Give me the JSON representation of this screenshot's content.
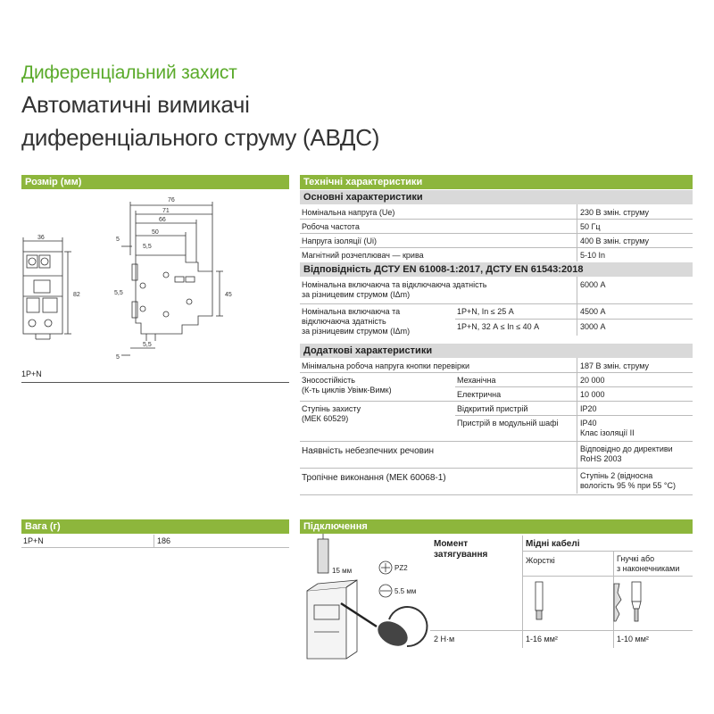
{
  "header": {
    "supertitle": "Диференціальний захист",
    "title_line1": "Автоматичні вимикачі",
    "title_line2": "диференціального струму (АВДС)"
  },
  "dimensions": {
    "header": "Розмір (мм)",
    "caption": "1P+N",
    "labels": [
      "36",
      "82",
      "76",
      "71",
      "66",
      "50",
      "5",
      "5,5",
      "5,5",
      "45",
      "5,5",
      "5"
    ]
  },
  "tech": {
    "header": "Технічні характеристики",
    "main_header": "Основні характеристики",
    "main_rows": [
      {
        "label": "Номінальна напруга (Ue)",
        "value": "230 В змін. струму"
      },
      {
        "label": "Робоча частота",
        "value": "50 Гц"
      },
      {
        "label": "Напруга ізоляції (Ui)",
        "value": "400 В змін. струму"
      },
      {
        "label": "Магнітний розчеплювач — крива",
        "value": "5-10 In"
      }
    ],
    "compliance_header": "Відповідність  ДСТУ EN 61008-1:2017,  ДСТУ EN 61543:2018",
    "breaking1_line1": "Номінальна включаюча та відключаюча здатність",
    "breaking1_line2": "за різницевим струмом (IΔm)",
    "breaking1_value": "6000 А",
    "breaking2_line1": "Номінальна включаюча та",
    "breaking2_line2": "відключаюча здатність",
    "breaking2_line3": "за різницевим струмом (IΔm)",
    "breaking2_cond1": "1P+N, In ≤ 25 А",
    "breaking2_val1": "4500 А",
    "breaking2_cond2": "1P+N, 32 А ≤ In ≤ 40 А",
    "breaking2_val2": "3000 А",
    "extra_header": "Додаткові характеристики",
    "min_voltage_label": "Мінімальна робоча напруга кнопки перевірки",
    "min_voltage_value": "187 В змін. струму",
    "durability_line1": "Зносостійкість",
    "durability_line2": "(К-ть циклів Увімк-Вимк)",
    "mech_label": "Механічна",
    "mech_value": "20 000",
    "elec_label": "Електрична",
    "elec_value": "10 000",
    "protection_line1": "Ступінь захисту",
    "protection_line2": "(МЕК 60529)",
    "open_label": "Відкритий пристрій",
    "open_value": "IP20",
    "modular_label": "Пристрій в модульній шафі",
    "modular_value1": "IP40",
    "modular_value2": "Клас ізоляції II",
    "hazard_label": "Наявність небезпечних речовин",
    "hazard_value1": "Відповідно до директиви",
    "hazard_value2": "RoHS 2003",
    "tropical_label": "Тропічне виконання (МЕК 60068-1)",
    "tropical_value1": "Ступінь 2 (відносна",
    "tropical_value2": "вологість 95 % при 55 °C)"
  },
  "weight": {
    "header": "Вага (г)",
    "label": "1P+N",
    "value": "186"
  },
  "connection": {
    "header": "Підключення",
    "strip_label": "15 мм",
    "screw_label": "PZ2",
    "blade_label": "5.5 мм",
    "torque_header_line1": "Момент",
    "torque_header_line2": "затягування",
    "cables_header": "Мідні кабелі",
    "rigid_header": "Жорсткі",
    "flex_header_line1": "Гнучкі або",
    "flex_header_line2": "з наконечниками",
    "torque_value": "2 Н·м",
    "rigid_value": "1-16 мм²",
    "flex_value": "1-10 мм²"
  },
  "colors": {
    "accent": "#8db63c",
    "title_green": "#5aaa2a",
    "subheader": "#d9d9d9"
  }
}
